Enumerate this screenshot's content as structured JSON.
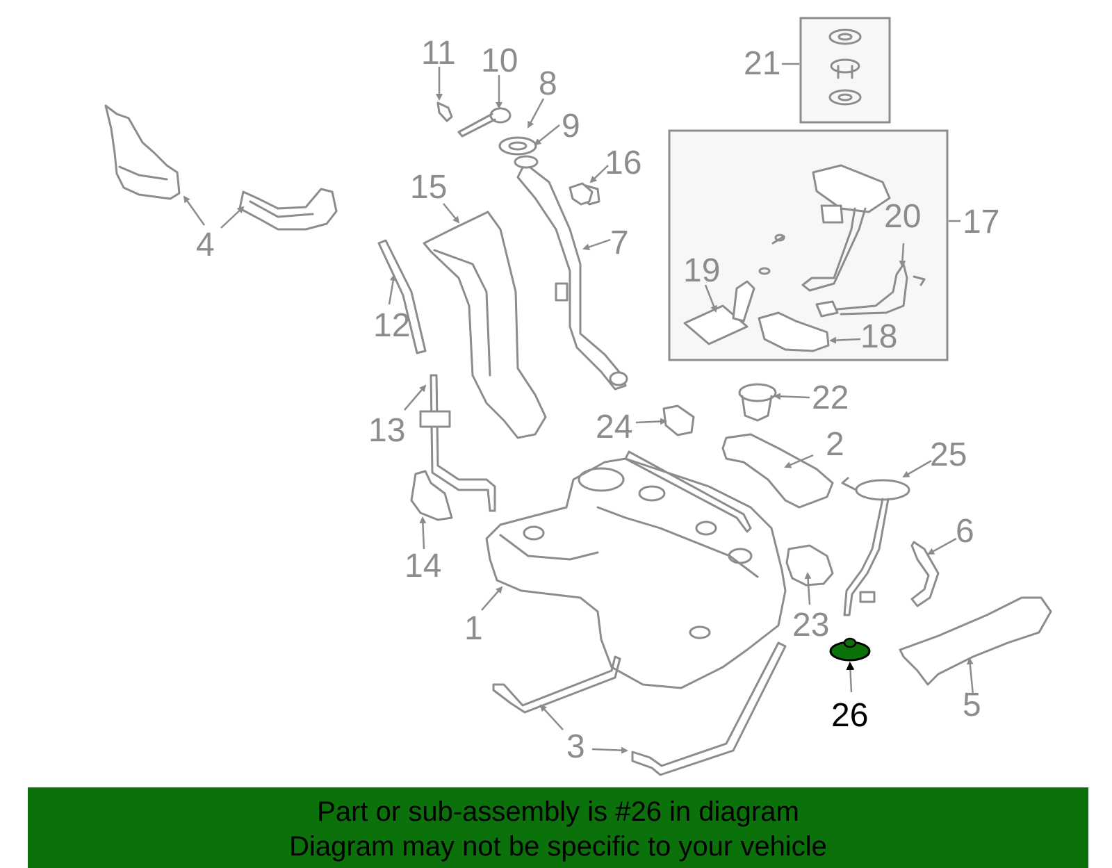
{
  "colors": {
    "line_art": "#8c8c8c",
    "highlight_part": "#0b720b",
    "banner_background": "#0b720b",
    "banner_text": "#000000"
  },
  "callouts": [
    "1",
    "2",
    "3",
    "4",
    "5",
    "6",
    "7",
    "8",
    "9",
    "10",
    "11",
    "12",
    "13",
    "14",
    "15",
    "16",
    "17",
    "18",
    "19",
    "20",
    "21",
    "22",
    "23",
    "24",
    "25",
    "26"
  ],
  "highlighted_callout": "26",
  "banner": {
    "line1": "Part or sub-assembly is #26 in diagram",
    "line2": "Diagram may not be specific to your vehicle"
  }
}
